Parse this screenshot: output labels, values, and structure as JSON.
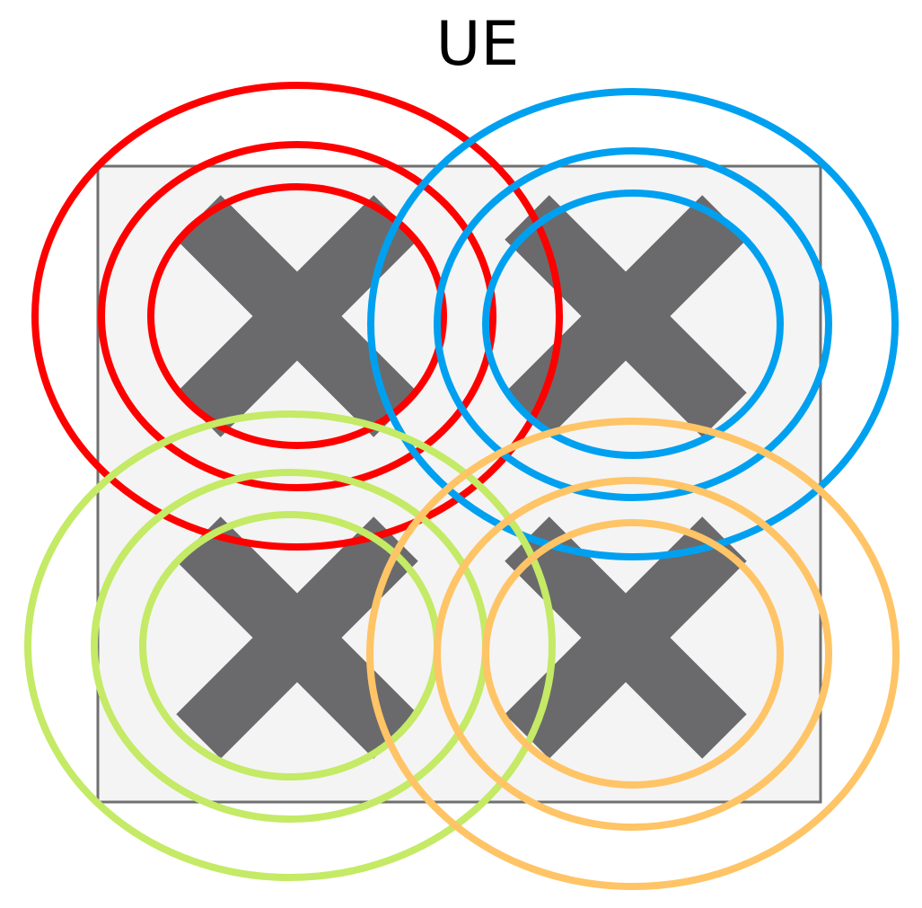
{
  "title": "UE",
  "colors": {
    "panel_fill": "#f4f4f4",
    "panel_stroke": "#707070",
    "cross": "#6a6a6c",
    "zone_red": "#ff0000",
    "zone_blue": "#00a0f0",
    "zone_green": "#c4ea66",
    "zone_orange": "#ffc466"
  },
  "elements": {
    "panel": "panel",
    "crosses": [
      "cross-top-left",
      "cross-top-right",
      "cross-bottom-left",
      "cross-bottom-right"
    ],
    "zones": [
      {
        "name": "zone-red",
        "color_key": "zone_red",
        "rings": 3
      },
      {
        "name": "zone-blue",
        "color_key": "zone_blue",
        "rings": 3
      },
      {
        "name": "zone-green",
        "color_key": "zone_green",
        "rings": 3
      },
      {
        "name": "zone-orange",
        "color_key": "zone_orange",
        "rings": 3
      }
    ]
  }
}
